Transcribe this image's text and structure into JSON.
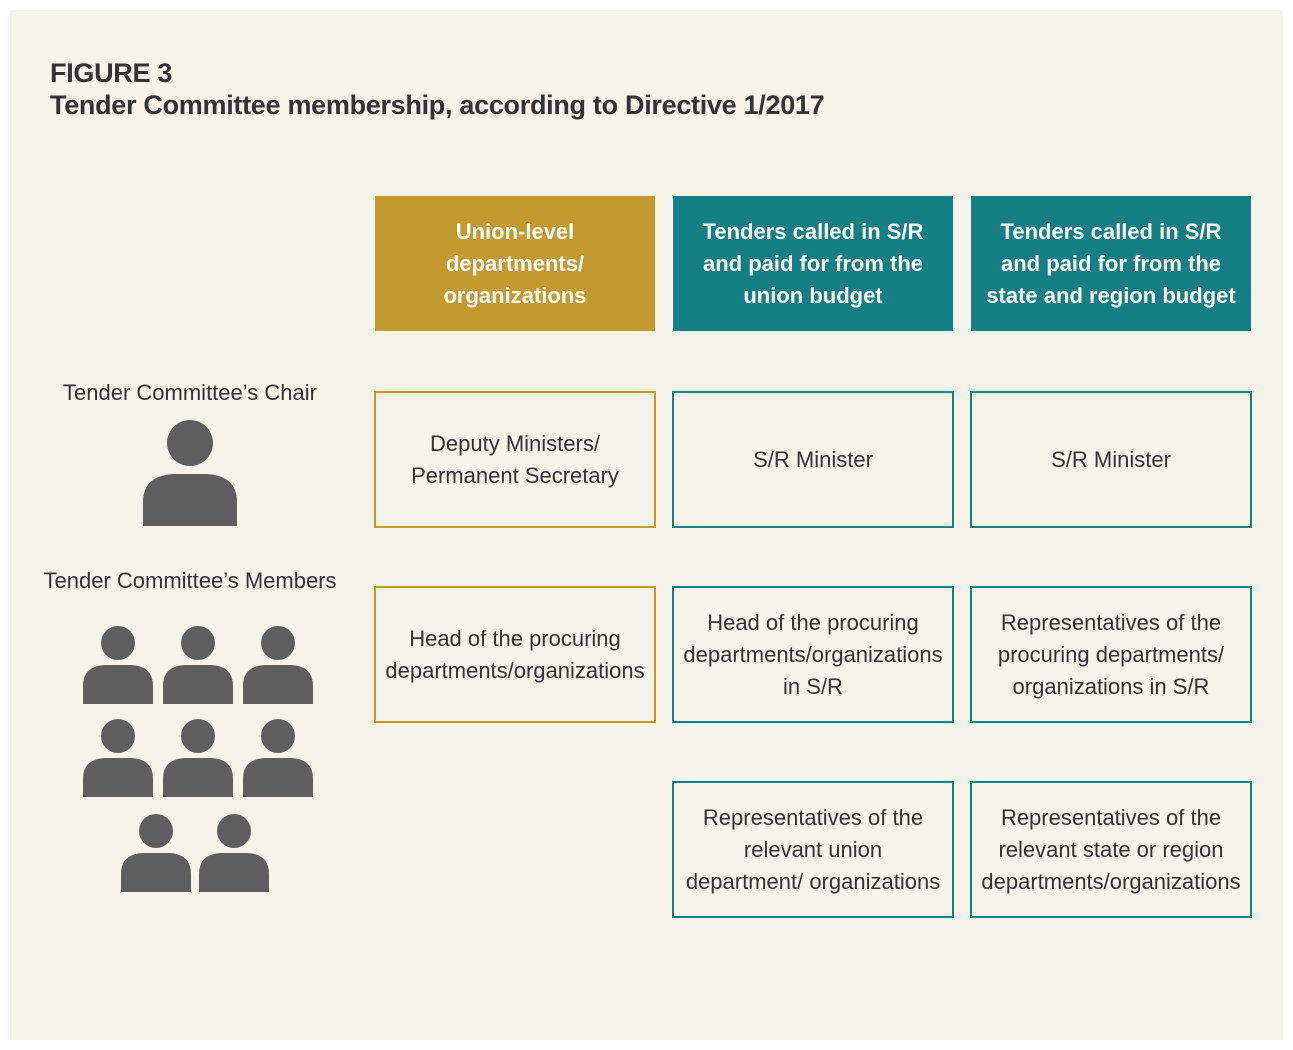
{
  "figure": {
    "label": "FIGURE 3",
    "title": "Tender Committee membership, according to Directive 1/2017"
  },
  "columns": [
    {
      "header": "Union-level departments/ organizations",
      "color": "#c39a2e"
    },
    {
      "header": "Tenders called in S/R and paid for from the union budget",
      "color": "#137f85"
    },
    {
      "header": "Tenders called in S/R and paid for from the state and region budget",
      "color": "#137f85"
    }
  ],
  "rows": {
    "chair": {
      "label": "Tender Committee’s Chair",
      "cells": [
        "Deputy Ministers/ Permanent Secretary",
        "S/R Minister",
        "S/R Minister"
      ]
    },
    "members": {
      "label": "Tender Committee’s Members",
      "cells": [
        "Head of the procuring departments/organizations",
        "Head of the procuring departments/organizations in S/R",
        "Representatives of the procuring departments/ organizations in S/R"
      ],
      "extra_cells": [
        "Representatives of the relevant union department/ organizations",
        "Representatives of the relevant state or region departments/organizations"
      ]
    }
  },
  "icons": {
    "chair": "person-icon",
    "members": "person-icon",
    "color": "#5e5e5e"
  }
}
